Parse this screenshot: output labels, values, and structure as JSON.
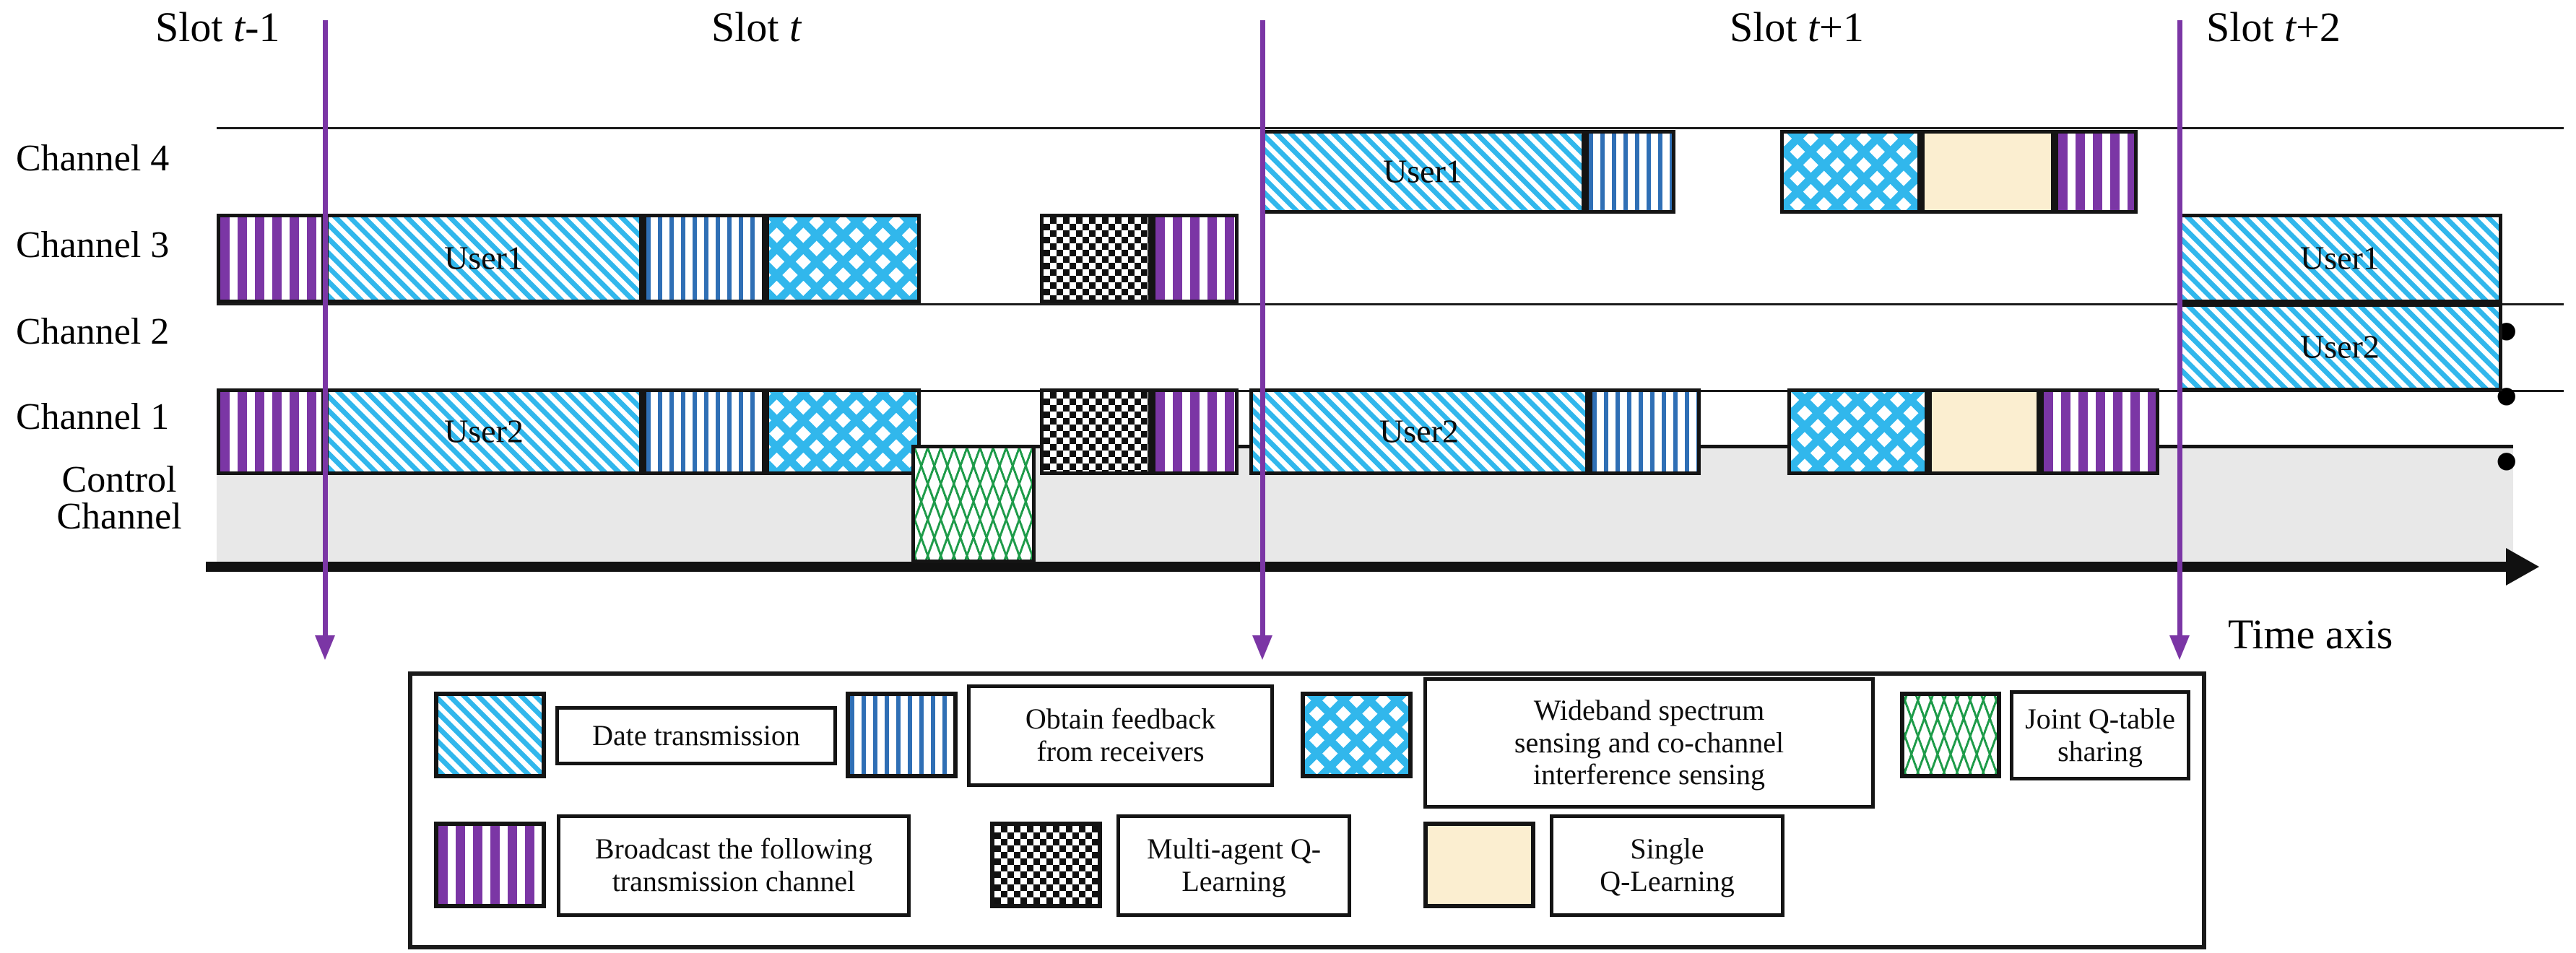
{
  "figure": {
    "time_axis_label": "Time axis",
    "ellipsis": "• • •"
  },
  "slots": [
    {
      "id": "t-1",
      "label_prefix": "Slot ",
      "label_var": "t",
      "label_suffix": "-1"
    },
    {
      "id": "t",
      "label_prefix": "Slot ",
      "label_var": "t",
      "label_suffix": ""
    },
    {
      "id": "t+1",
      "label_prefix": "Slot ",
      "label_var": "t",
      "label_suffix": "+1"
    },
    {
      "id": "t+2",
      "label_prefix": "Slot ",
      "label_var": "t",
      "label_suffix": "+2"
    }
  ],
  "slot_labels": {
    "slot_tm1": "Slot t-1",
    "slot_t": "Slot t",
    "slot_tp1": "Slot t+1",
    "slot_tp2": "Slot t+2"
  },
  "channels": [
    {
      "key": "ch4",
      "label": "Channel 4"
    },
    {
      "key": "ch3",
      "label": "Channel 3"
    },
    {
      "key": "ch2",
      "label": "Channel 2"
    },
    {
      "key": "ch1",
      "label": "Channel 1"
    },
    {
      "key": "ctrl",
      "label_line1": "Control",
      "label_line2": "Channel"
    }
  ],
  "users": {
    "user1": "User1",
    "user2": "User2"
  },
  "colors": {
    "data_transmission": "#31b7ec",
    "feedback": "#2f6fb5",
    "broadcast": "#7b36a5",
    "sensing": "#31b7ec",
    "multi_agent_q": "#111111",
    "single_q": "#fbeed0",
    "q_sharing": "#1d9b49",
    "control_band": "#e8e8e8",
    "divider": "#7b36a5",
    "outline": "#141414"
  },
  "legend": {
    "items": [
      {
        "key": "data-transmission",
        "pattern": "pat-data",
        "label": "Date transmission"
      },
      {
        "key": "obtain-feedback",
        "pattern": "pat-feedback",
        "label": "Obtain  feedback\nfrom receivers"
      },
      {
        "key": "wideband-sensing",
        "pattern": "pat-sensing",
        "label": "Wideband spectrum\nsensing and co-channel\ninterference sensing"
      },
      {
        "key": "joint-q-sharing",
        "pattern": "pat-qshare",
        "label": "Joint Q-table\nsharing"
      },
      {
        "key": "broadcast-channel",
        "pattern": "pat-broadcast",
        "label": "Broadcast the following\ntransmission channel"
      },
      {
        "key": "multi-agent-q",
        "pattern": "pat-maql",
        "label": "Multi-agent Q-\nLearning"
      },
      {
        "key": "single-q",
        "pattern": "pat-sql",
        "label": "Single\nQ-Learning"
      }
    ]
  },
  "timeline": {
    "channel4": [
      {
        "slot": "t+1",
        "type": "data-transmission",
        "label": "User1"
      },
      {
        "slot": "t+1",
        "type": "obtain-feedback",
        "label": ""
      },
      {
        "slot": "t+1",
        "type": "wideband-sensing",
        "label": ""
      },
      {
        "slot": "t+1",
        "type": "single-q",
        "label": ""
      },
      {
        "slot": "t+1",
        "type": "broadcast-channel",
        "label": ""
      }
    ],
    "channel3": [
      {
        "slot": "t-1",
        "type": "broadcast-channel",
        "label": ""
      },
      {
        "slot": "t",
        "type": "data-transmission",
        "label": "User1"
      },
      {
        "slot": "t",
        "type": "obtain-feedback",
        "label": ""
      },
      {
        "slot": "t",
        "type": "wideband-sensing",
        "label": ""
      },
      {
        "slot": "t",
        "type": "multi-agent-q",
        "label": ""
      },
      {
        "slot": "t",
        "type": "broadcast-channel",
        "label": ""
      },
      {
        "slot": "t+2",
        "type": "data-transmission",
        "label": "User1"
      }
    ],
    "channel2": [
      {
        "slot": "t+2",
        "type": "data-transmission",
        "label": "User2"
      }
    ],
    "channel1": [
      {
        "slot": "t-1",
        "type": "broadcast-channel",
        "label": ""
      },
      {
        "slot": "t",
        "type": "data-transmission",
        "label": "User2"
      },
      {
        "slot": "t",
        "type": "obtain-feedback",
        "label": ""
      },
      {
        "slot": "t",
        "type": "wideband-sensing",
        "label": ""
      },
      {
        "slot": "t",
        "type": "multi-agent-q",
        "label": ""
      },
      {
        "slot": "t",
        "type": "broadcast-channel",
        "label": ""
      },
      {
        "slot": "t+1",
        "type": "data-transmission",
        "label": "User2"
      },
      {
        "slot": "t+1",
        "type": "obtain-feedback",
        "label": ""
      },
      {
        "slot": "t+1",
        "type": "wideband-sensing",
        "label": ""
      },
      {
        "slot": "t+1",
        "type": "single-q",
        "label": ""
      },
      {
        "slot": "t+1",
        "type": "broadcast-channel",
        "label": ""
      }
    ],
    "control_channel": [
      {
        "slot": "t",
        "type": "joint-q-sharing",
        "label": ""
      }
    ]
  }
}
